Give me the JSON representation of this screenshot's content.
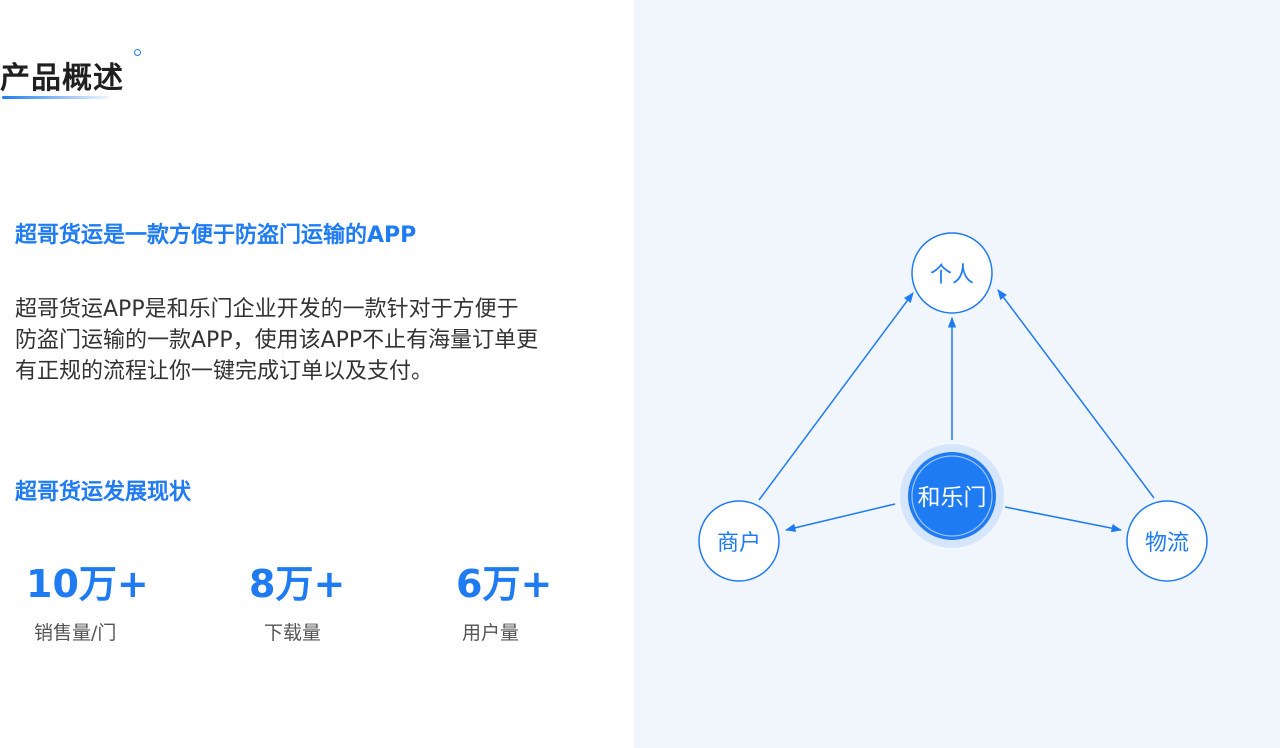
{
  "page": {
    "title": "产品概述",
    "accent_color": "#1f7bf2"
  },
  "intro": {
    "heading": "超哥货运是一款方便于防盗门运输的APP",
    "lines": [
      "超哥货运APP是和乐门企业开发的一款针对于方便于",
      "防盗门运输的一款APP，使用该APP不止有海量订单更",
      "有正规的流程让你一键完成订单以及支付。"
    ]
  },
  "status": {
    "heading": "超哥货运发展现状",
    "stats": [
      {
        "value": "10万+",
        "label": "销售量/门"
      },
      {
        "value": "8万+",
        "label": "下载量"
      },
      {
        "value": "6万+",
        "label": "用户量"
      }
    ]
  },
  "diagram": {
    "center": "和乐门",
    "top": "个人",
    "left": "商户",
    "right": "物流"
  }
}
